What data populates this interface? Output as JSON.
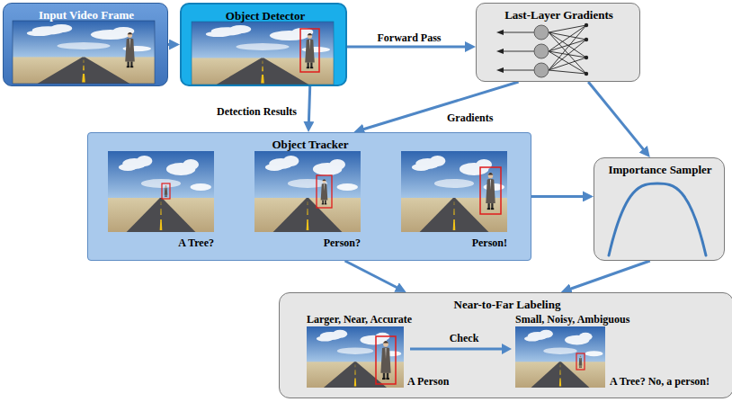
{
  "diagram": {
    "nodes": [
      {
        "text": [
          "Input Video Frame"
        ]
      },
      {
        "text": [
          "Object Detector"
        ]
      },
      {
        "text": [
          "Last-Layer Gradients"
        ]
      },
      {
        "text": [
          "Object Tracker",
          "A Tree?",
          "Person?",
          "Person!"
        ]
      },
      {
        "text": [
          "Importance Sampler"
        ]
      },
      {
        "text": [
          "Near-to-Far Labeling",
          "Larger, Near, Accurate",
          "Small, Noisy, Ambiguous",
          "A Person",
          "Check",
          "A Tree? No, a person!"
        ]
      }
    ],
    "edges": [
      {
        "from": 0,
        "to": 1,
        "arrow": "to"
      },
      {
        "from": 1,
        "to": 2,
        "arrow": "to",
        "label": "Forward Pass"
      },
      {
        "from": 1,
        "to": 3,
        "arrow": "to",
        "label": "Detection Results"
      },
      {
        "from": 2,
        "to": 3,
        "arrow": "to",
        "label": "Gradients"
      },
      {
        "from": 2,
        "to": 4,
        "arrow": "to"
      },
      {
        "from": 3,
        "to": 4,
        "arrow": "to"
      },
      {
        "from": 3,
        "to": 5,
        "arrow": "to"
      },
      {
        "from": 4,
        "to": 5,
        "arrow": "to"
      }
    ]
  }
}
